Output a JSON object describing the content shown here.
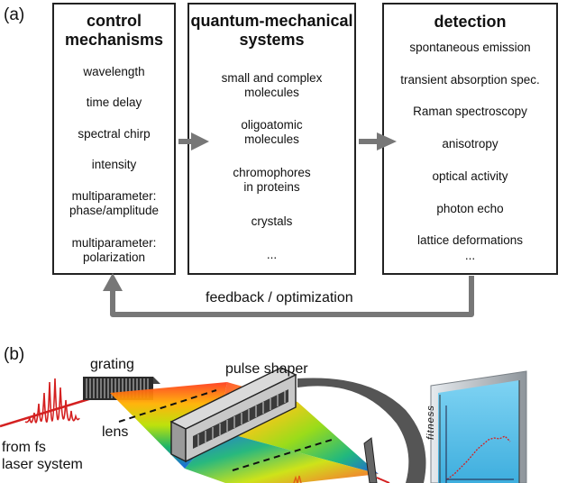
{
  "panel_a": {
    "label": "(a)",
    "boxes": [
      {
        "title": "control\nmechanisms",
        "items": [
          "wavelength",
          "time delay",
          "spectral chirp",
          "intensity",
          "multiparameter:\nphase/amplitude",
          "multiparameter:\npolarization"
        ]
      },
      {
        "title": "quantum-mechanical\nsystems",
        "items": [
          "small and complex\nmolecules",
          "oligoatomic\nmolecules",
          "chromophores\nin proteins",
          "crystals",
          "..."
        ]
      },
      {
        "title": "detection",
        "items": [
          "spontaneous emission",
          "transient absorption spec.",
          "Raman spectroscopy",
          "anisotropy",
          "optical activity",
          "photon echo",
          "lattice deformations",
          "..."
        ]
      }
    ],
    "feedback_label": "feedback / optimization"
  },
  "panel_b": {
    "label": "(b)",
    "grating_label": "grating",
    "pulse_shaper_label": "pulse shaper",
    "lens_label": "lens",
    "source_label": "from fs\nlaser system",
    "monitor_axis_label": "fitness"
  },
  "colors": {
    "frame": "#222222",
    "arrow_gray": "#777777",
    "laser_red": "#d42020",
    "monitor_screen": "#5cc0ea",
    "monitor_frame": "#a9aeb3"
  }
}
